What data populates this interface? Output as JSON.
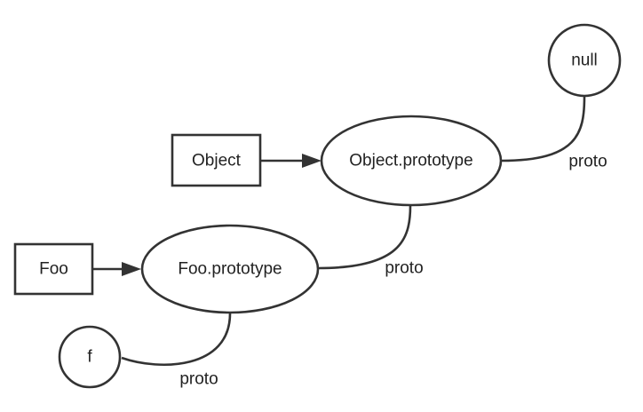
{
  "nodes": {
    "object_ctor": "Object",
    "object_prototype": "Object.prototype",
    "null_node": "null",
    "foo_ctor": "Foo",
    "foo_prototype": "Foo.prototype",
    "f_instance": "f"
  },
  "edge_labels": {
    "object_prototype_to_null": "proto",
    "foo_prototype_to_object_prototype": "proto",
    "f_to_foo_prototype": "proto"
  }
}
